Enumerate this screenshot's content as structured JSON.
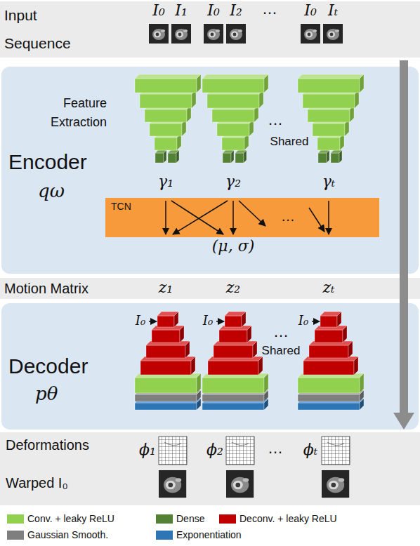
{
  "diagram": {
    "nodes": [
      {
        "text": [
          "Input Sequence"
        ]
      },
      {
        "text": [
          "Encoder",
          "qω"
        ]
      },
      {
        "text": [
          "TCN"
        ],
        "in": 1
      },
      {
        "text": [
          "Motion Matrix"
        ]
      },
      {
        "text": [
          "Decoder",
          "pθ"
        ]
      },
      {
        "text": [
          "Deformations",
          "Warped I₀"
        ]
      }
    ],
    "labels": [
      "I₀",
      "I₁",
      "I₀",
      "I₂",
      "…",
      "I₀",
      "Iₜ",
      "Feature Extraction",
      "…",
      "Shared",
      "γ₁",
      "γ₂",
      "γₜ",
      "…",
      "(μ, σ)",
      "z₁",
      "z₂",
      "zₜ",
      "I₀",
      "I₀",
      "I₀",
      "…",
      "Shared",
      "ϕ₁",
      "ϕ₂",
      "…",
      "ϕₜ"
    ],
    "legend": [
      {
        "text": "Conv. + leaky ReLU",
        "color": "#92d050"
      },
      {
        "text": "Dense",
        "color": "#548235"
      },
      {
        "text": "Deconv. + leaky ReLU",
        "color": "#c00000"
      },
      {
        "text": "Gaussian Smooth.",
        "color": "#7f7f7f"
      },
      {
        "text": "Exponentiation",
        "color": "#2e75b6"
      }
    ]
  }
}
